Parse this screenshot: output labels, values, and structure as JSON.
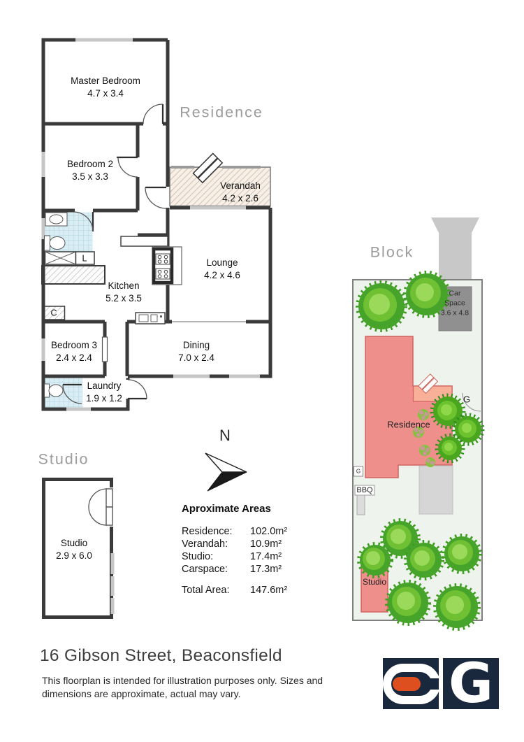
{
  "page": {
    "address": "16 Gibson Street, Beaconsfield",
    "disclaimer": "This floorplan is intended for illustration purposes only. Sizes and dimensions are approximate, actual may vary."
  },
  "sections": {
    "residence": "Residence",
    "block": "Block",
    "studio": "Studio"
  },
  "floorplan": {
    "rooms": {
      "master": {
        "name": "Master Bedroom",
        "dims": "4.7 x 3.4"
      },
      "bedroom2": {
        "name": "Bedroom 2",
        "dims": "3.5 x 3.3"
      },
      "verandah": {
        "name": "Verandah",
        "dims": "4.2 x 2.6"
      },
      "lounge": {
        "name": "Lounge",
        "dims": "4.2 x 4.6"
      },
      "kitchen": {
        "name": "Kitchen",
        "dims": "5.2 x 3.5"
      },
      "bedroom3": {
        "name": "Bedroom 3",
        "dims": "2.4 x 2.4"
      },
      "dining": {
        "name": "Dining",
        "dims": "7.0 x 2.4"
      },
      "laundry": {
        "name": "Laundry",
        "dims": "1.9 x 1.2"
      },
      "studio": {
        "name": "Studio",
        "dims": "2.9 x 6.0"
      }
    },
    "closets": {
      "linen": "L",
      "cupboard": "C"
    }
  },
  "compass": {
    "north": "N"
  },
  "areas": {
    "title": "Aproximate Areas",
    "rows": [
      {
        "label": "Residence:",
        "value": "102.0m²"
      },
      {
        "label": "Verandah:",
        "value": "10.9m²"
      },
      {
        "label": "Studio:",
        "value": "17.4m²"
      },
      {
        "label": "Carspace:",
        "value": "17.3m²"
      }
    ],
    "total": {
      "label": "Total Area:",
      "value": "147.6m²"
    }
  },
  "block": {
    "car_space": {
      "name": "Car Space",
      "dims": "3.6 x 4.8"
    },
    "residence": "Residence",
    "studio": "Studio",
    "bbq": "BBQ",
    "gate_right": "G",
    "gate_left": "G"
  },
  "logo": {
    "letter": "G"
  },
  "colors": {
    "walls": "#3a3a3a",
    "residence_fill": "#ef8f8c",
    "verandah_fill": "#f8b098",
    "block_bg": "#eef4ed",
    "patio_gray": "#d6d6d6",
    "driveway_gray": "#c8c8c8",
    "carspace_gray": "#909090",
    "tile_blue": "#d9edf4",
    "tree_green": "#46a42a",
    "logo_navy": "#19283d",
    "logo_orange": "#dd4f1e"
  }
}
